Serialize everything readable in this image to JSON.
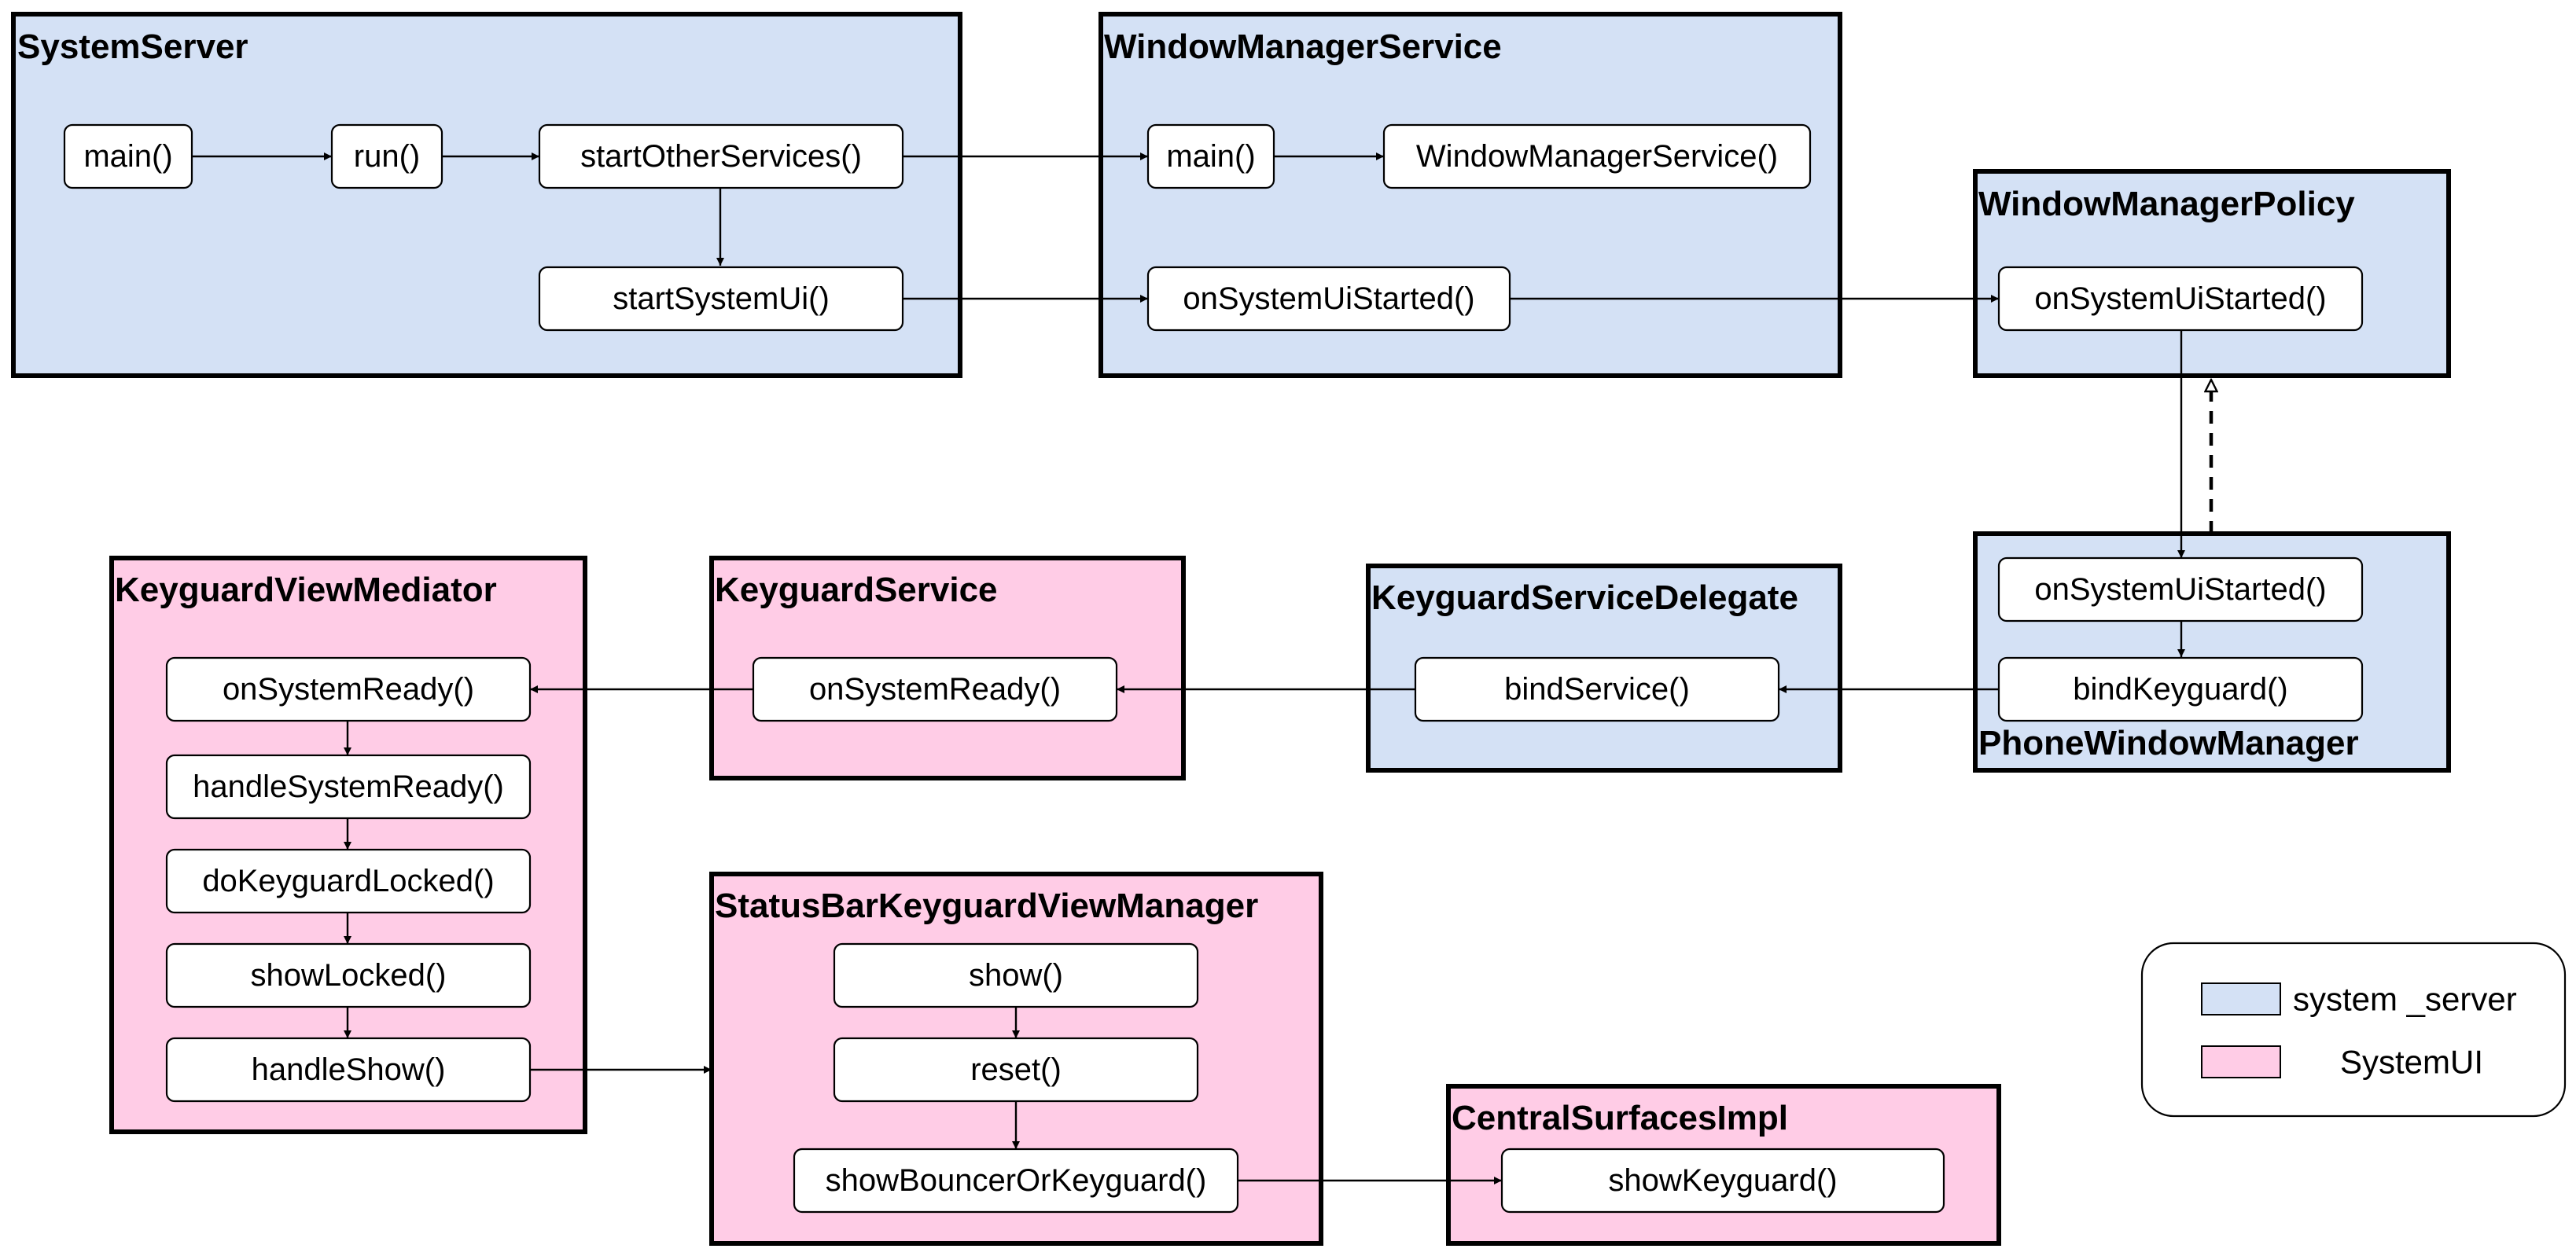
{
  "colors": {
    "system_server": "#d4e1f5",
    "systemui": "#ffcce6",
    "border": "#000000",
    "node_fill": "#ffffff"
  },
  "groups": {
    "system_server_grp": {
      "title": "SystemServer"
    },
    "wms": {
      "title": "WindowManagerService"
    },
    "wmp": {
      "title": "WindowManagerPolicy"
    },
    "pwm": {
      "title": "PhoneWindowManager"
    },
    "ksd": {
      "title": "KeyguardServiceDelegate"
    },
    "ks": {
      "title": "KeyguardService"
    },
    "kvm": {
      "title": "KeyguardViewMediator"
    },
    "sbkvm": {
      "title": "StatusBarKeyguardViewManager"
    },
    "csi": {
      "title": "CentralSurfacesImpl"
    }
  },
  "nodes": {
    "ss_main": "main()",
    "ss_run": "run()",
    "ss_start_other": "startOtherServices()",
    "ss_start_sysui": "startSystemUi()",
    "wms_main": "main()",
    "wms_ctor": "WindowManagerService()",
    "wms_on_started": "onSystemUiStarted()",
    "wmp_on_started": "onSystemUiStarted()",
    "pwm_on_started": "onSystemUiStarted()",
    "pwm_bind": "bindKeyguard()",
    "ksd_bind": "bindService()",
    "ks_ready": "onSystemReady()",
    "kvm_ready": "onSystemReady()",
    "kvm_handle_ready": "handleSystemReady()",
    "kvm_do_locked": "doKeyguardLocked()",
    "kvm_show_locked": "showLocked()",
    "kvm_handle_show": "handleShow()",
    "sb_show": "show()",
    "sb_reset": "reset()",
    "sb_bouncer": "showBouncerOrKeyguard()",
    "csi_show": "showKeyguard()"
  },
  "legend": {
    "items": [
      {
        "label": "system _server",
        "color": "#d4e1f5"
      },
      {
        "label": "SystemUI",
        "color": "#ffcce6"
      }
    ]
  }
}
